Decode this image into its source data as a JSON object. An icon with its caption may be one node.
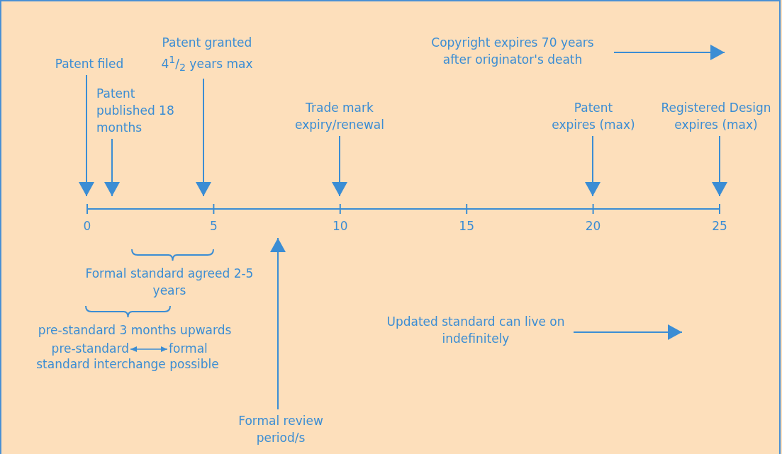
{
  "diagram": {
    "nodes": [
      {
        "text": [
          "Patent filed"
        ]
      },
      {
        "text": [
          "Patent published 18 months"
        ]
      },
      {
        "text": [
          "Patent granted 4$^{1}$/$_{2}$ years max"
        ]
      },
      {
        "text": [
          "Trade mark expiry/renewal"
        ]
      },
      {
        "text": [
          "Patent expires (max)"
        ]
      },
      {
        "text": [
          "Registered Design expires (max)"
        ]
      },
      {
        "text": [
          "Copyright expires 70 years after originator's death"
        ]
      },
      {
        "text": [
          "Formal review period/s"
        ]
      },
      {
        "text": [
          "Updated standard can live on indefinitely"
        ]
      },
      {
        "text": [
          "pre-standard"
        ]
      },
      {
        "text": [
          "formal"
        ]
      }
    ],
    "edges": [
      {
        "from": 0,
        "to": null,
        "arrow": "to"
      },
      {
        "from": 1,
        "to": null,
        "arrow": "to"
      },
      {
        "from": 2,
        "to": null,
        "arrow": "to"
      },
      {
        "from": 3,
        "to": null,
        "arrow": "to"
      },
      {
        "from": 4,
        "to": null,
        "arrow": "to"
      },
      {
        "from": 5,
        "to": null,
        "arrow": "to"
      },
      {
        "from": 6,
        "to": null,
        "arrow": "to"
      },
      {
        "from": 7,
        "to": null,
        "arrow": "to"
      },
      {
        "from": 8,
        "to": null,
        "arrow": "to"
      },
      {
        "from": 9,
        "to": 10,
        "arrow": "both"
      }
    ],
    "labels": [
      "0",
      "5",
      "10",
      "15",
      "20",
      "25",
      "Formal standard agreed 2-5 years",
      "pre-standard 3 months upwards",
      "standard interchange possible"
    ]
  }
}
